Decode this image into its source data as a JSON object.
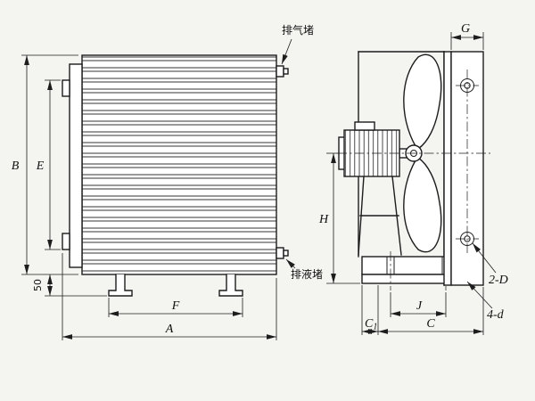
{
  "drawing": {
    "type": "engineering-drawing",
    "subject": "finned tube heater with axial fan, two orthographic views",
    "front_view": {
      "dim_A": "A",
      "dim_B": "B",
      "dim_E": "E",
      "dim_F": "F",
      "dim_50": "50",
      "label_exhaust_plug": "排气堵",
      "label_drain_plug": "排液堵"
    },
    "side_view": {
      "dim_G": "G",
      "dim_H": "H",
      "dim_J": "J",
      "dim_C": "C",
      "dim_C1_base": "C",
      "dim_C1_sub": "1",
      "label_holes_2D": "2-D",
      "label_holes_4d": "4-d"
    },
    "colors": {
      "line": "#1d1d1d",
      "background": "#f4f4f1"
    }
  }
}
